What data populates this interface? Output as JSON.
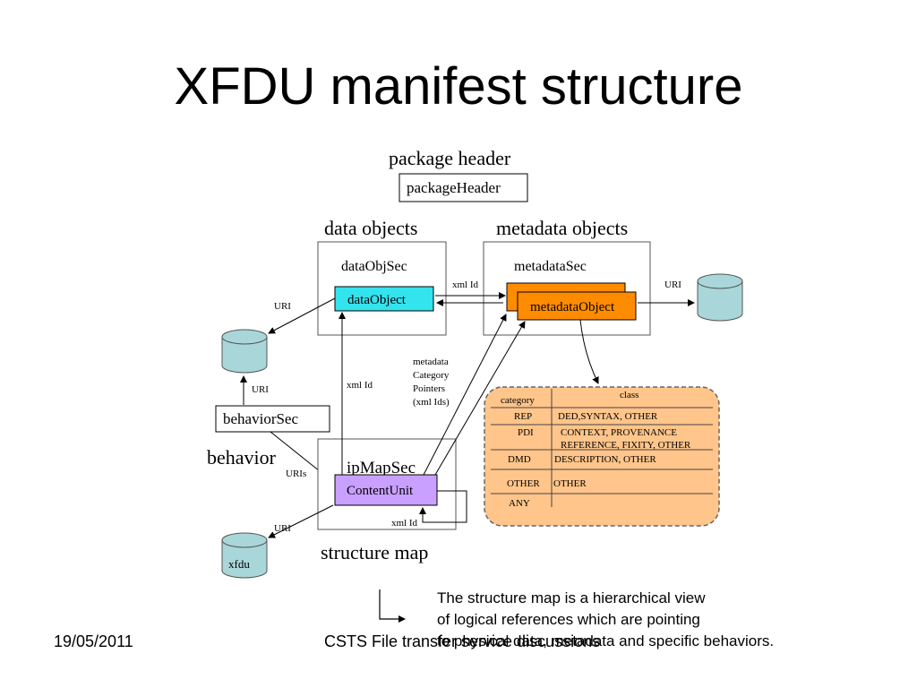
{
  "title": "XFDU manifest structure",
  "diagram": {
    "package_header": {
      "heading": "package header",
      "box": "packageHeader"
    },
    "data_objects": {
      "heading": "data objects",
      "section": "dataObjSec",
      "object": "dataObject"
    },
    "metadata_objects": {
      "heading": "metadata objects",
      "section": "metadataSec",
      "object": "metadataObject"
    },
    "behavior": {
      "heading": "behavior",
      "box": "behaviorSec"
    },
    "structure_map": {
      "heading": "structure map",
      "section": "ipMapSec",
      "unit": "ContentUnit"
    },
    "labels": {
      "xml_id": "xml Id",
      "uri": "URI",
      "uris": "URIs",
      "xfdu": "xfdu",
      "metadata_pointers": [
        "metadata",
        "Category",
        "Pointers",
        "(xml Ids)"
      ]
    },
    "category_table": {
      "header_category": "category",
      "header_class": "class",
      "rows": [
        {
          "category": "REP",
          "class": "DED,SYNTAX, OTHER"
        },
        {
          "category": "PDI",
          "class": "CONTEXT, PROVENANCE",
          "class2": "REFERENCE, FIXITY, OTHER"
        },
        {
          "category": "DMD",
          "class": "DESCRIPTION, OTHER"
        },
        {
          "category": "OTHER",
          "class": "OTHER"
        },
        {
          "category": "ANY",
          "class": ""
        }
      ]
    }
  },
  "note_lines": [
    "The structure map is a hierarchical view",
    "of logical references which are pointing",
    "to physical data, metadata and specific behaviors."
  ],
  "footer": {
    "date": "19/05/2011",
    "center": "CSTS File transfer service discussions"
  },
  "colors": {
    "data_object": "#33e3ee",
    "metadata_object": "#ff8c00",
    "content_unit": "#c9a0ff",
    "cylinder": "#a9d6d9",
    "category_bg": "#ffc58a"
  }
}
